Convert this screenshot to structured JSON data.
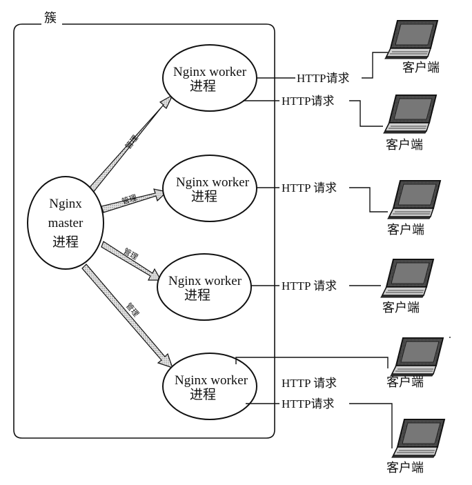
{
  "cluster": {
    "label": "簇"
  },
  "master": {
    "line1": "Nginx",
    "line2": "master",
    "line3": "进程"
  },
  "workers": [
    {
      "line1": "Nginx worker",
      "line2": "进程"
    },
    {
      "line1": "Nginx worker",
      "line2": "进程"
    },
    {
      "line1": "Nginx worker",
      "line2": "进程"
    },
    {
      "line1": "Nginx worker",
      "line2": "进程"
    }
  ],
  "arrows": [
    {
      "label": "管理"
    },
    {
      "label": "管理"
    },
    {
      "label": "管理"
    },
    {
      "label": "管理"
    }
  ],
  "requests": [
    {
      "label": "HTTP请求"
    },
    {
      "label": "HTTP请求"
    },
    {
      "label": "HTTP 请求"
    },
    {
      "label": "HTTP 请求"
    },
    {
      "label": "HTTP 请求"
    },
    {
      "label": "HTTP请求"
    }
  ],
  "clients": [
    {
      "label": "客户端"
    },
    {
      "label": "客户端"
    },
    {
      "label": "客户端"
    },
    {
      "label": "客户端"
    },
    {
      "label": "客户端"
    },
    {
      "label": "客户端"
    }
  ]
}
